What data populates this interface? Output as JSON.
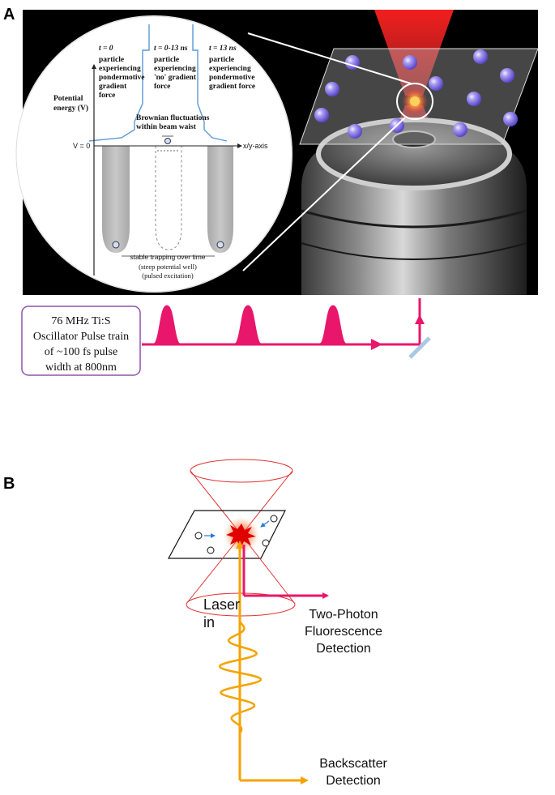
{
  "panel_a": {
    "letter": "A",
    "inset": {
      "col1_time": "t = 0",
      "col1_lines": [
        "particle",
        "experiencing",
        "pondermotive",
        "gradient",
        "force"
      ],
      "col2_time": "t = 0-13 ns",
      "col2_lines": [
        "particle",
        "experiencing",
        "'no' gradient",
        "force"
      ],
      "col3_time": "t = 13 ns",
      "col3_lines": [
        "particle",
        "experiencing",
        "pondermotive",
        "gradient force"
      ],
      "y_axis_lines": [
        "Potential",
        "energy (V)"
      ],
      "v_zero": "V = 0",
      "x_axis": "x/y-axis",
      "brownian_lines": [
        "Brownian fluctuations",
        "within beam waist"
      ],
      "trap_label": "stable trapping over time",
      "trap_sub1": "(steep potential well)",
      "trap_sub2": "(pulsed excitation)"
    },
    "oscillator_lines": [
      "76 MHz Ti:S",
      "Oscillator Pulse train",
      "of ~100 fs  pulse",
      "width at 800nm"
    ]
  },
  "panel_b": {
    "letter": "B",
    "laser_lines": [
      "Laser",
      "in"
    ],
    "fluor_lines": [
      "Two-Photon",
      "Fluorescence",
      "Detection"
    ],
    "back_lines": [
      "Backscatter",
      "Detection"
    ]
  },
  "colors": {
    "pulse_magenta": "#e8176b",
    "laser_orange": "#f5a300",
    "sphere_purple": "#7f6ee6",
    "oscillator_border": "#8e54a8"
  }
}
